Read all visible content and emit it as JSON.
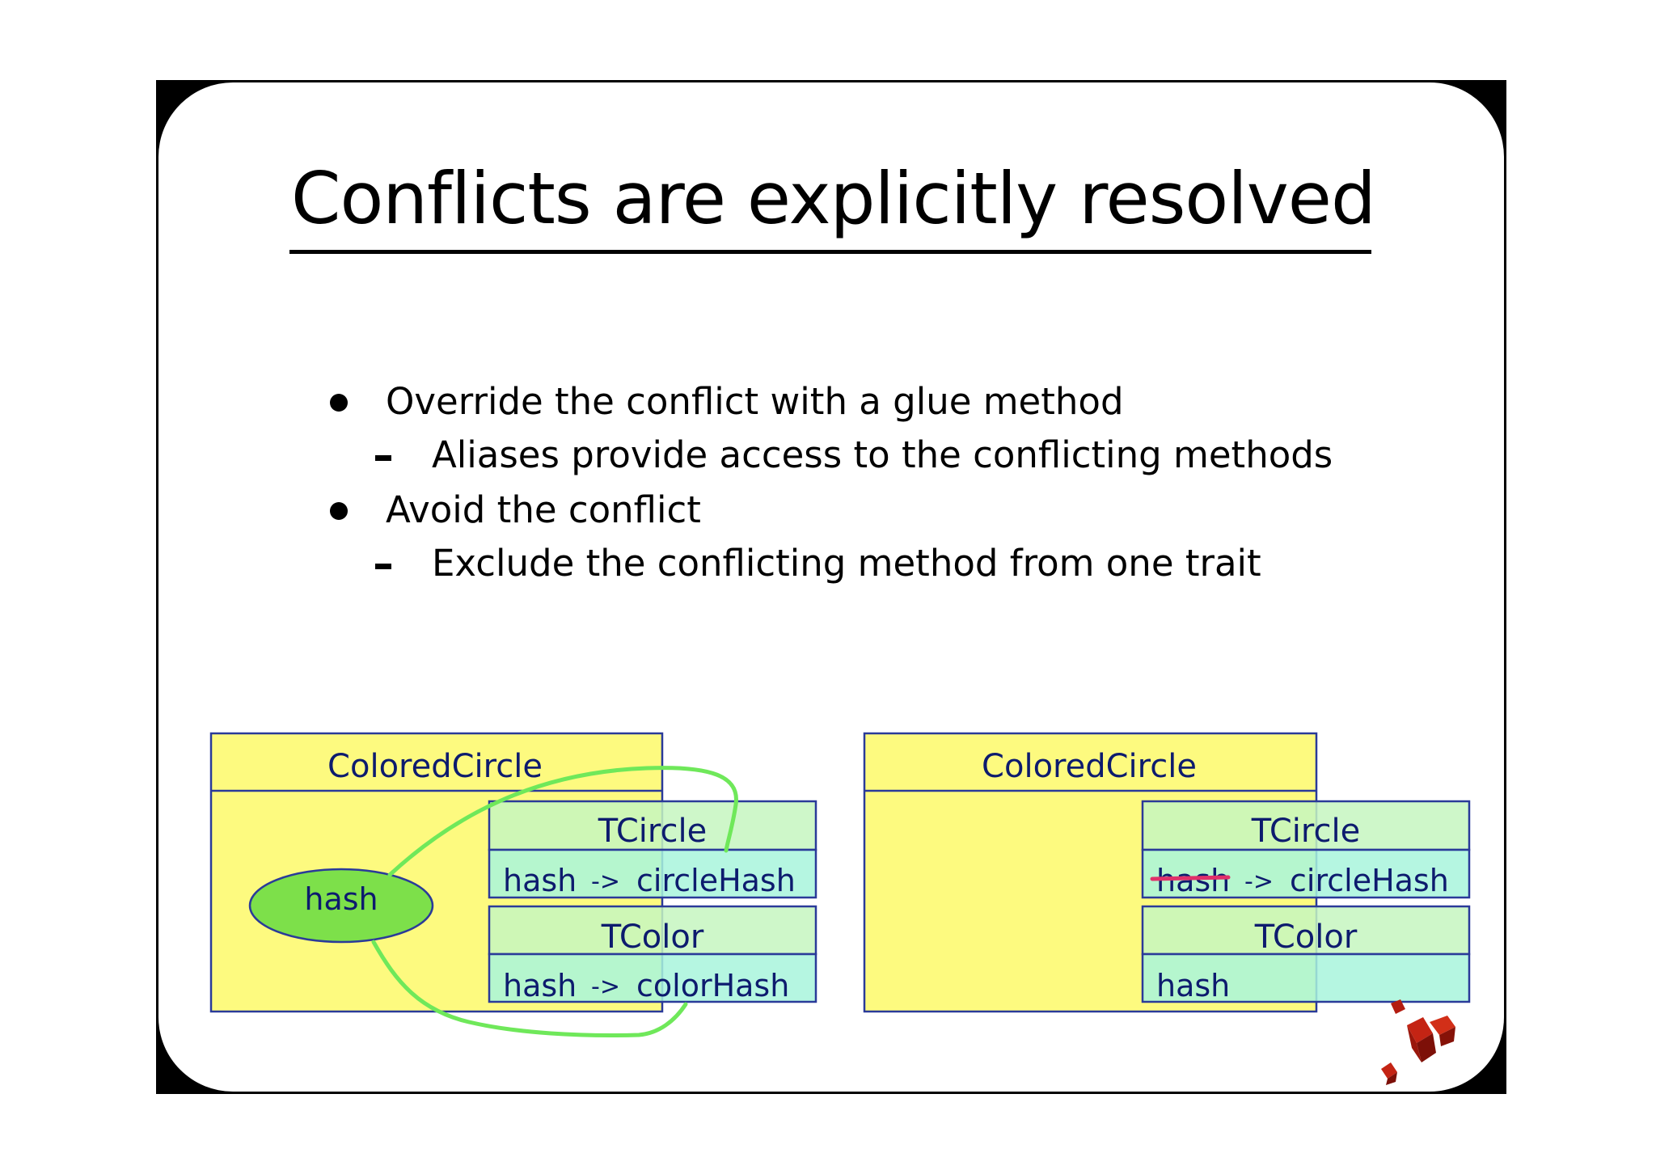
{
  "slide": {
    "title": "Conflicts are explicitly resolved",
    "bullets": [
      {
        "text": "Override the conflict with a glue method",
        "level": 1
      },
      {
        "text": "Aliases provide access to the conflicting methods",
        "level": 2
      },
      {
        "text": "Avoid the conflict",
        "level": 1
      },
      {
        "text": "Exclude the conflicting method from one trait",
        "level": 2
      }
    ]
  },
  "diagram_left": {
    "class_name": "ColoredCircle",
    "glue_method": "hash",
    "trait1": {
      "name": "TCircle",
      "method": "hash",
      "arrow": "->",
      "alias": "circleHash"
    },
    "trait2": {
      "name": "TColor",
      "method": "hash",
      "arrow": "->",
      "alias": "colorHash"
    }
  },
  "diagram_right": {
    "class_name": "ColoredCircle",
    "trait1": {
      "name": "TCircle",
      "method": "hash",
      "arrow": "->",
      "alias": "circleHash",
      "method_struck": true
    },
    "trait2": {
      "name": "TColor",
      "method": "hash"
    }
  },
  "colors": {
    "class_fill": "#fdfa7f",
    "trait_fill": "#a8f4dc",
    "trait_header_fill": "#c6f6c0",
    "border": "#2a3a99",
    "label": "#0d1b6e",
    "glue_fill": "#7de04a",
    "annotation_line": "#6fe85a",
    "strike": "#e0306a",
    "logo": "#b31c10"
  },
  "icons": [
    "bullet-dot",
    "dash-marker",
    "cubes-logo"
  ]
}
